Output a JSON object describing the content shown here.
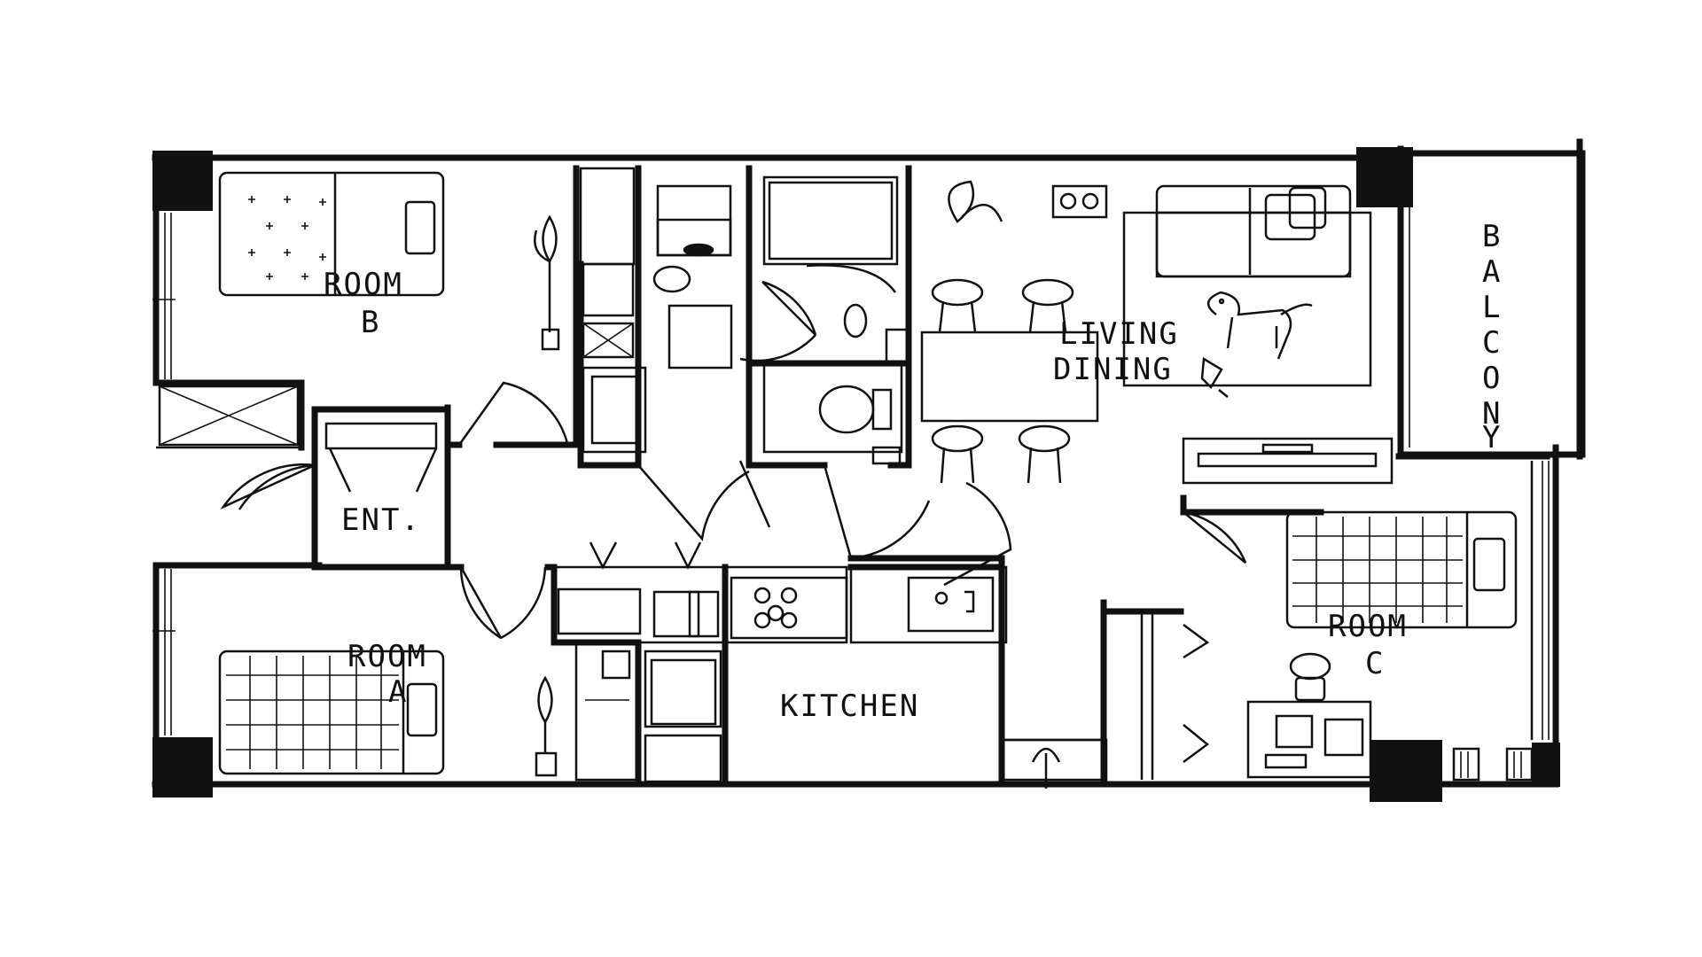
{
  "floorplan": {
    "rooms": {
      "room_b": {
        "line1": "ROOM",
        "line2": "B"
      },
      "room_a": {
        "line1": "ROOM",
        "line2": "A"
      },
      "room_c": {
        "line1": "ROOM",
        "line2": "C"
      },
      "entrance": "ENT.",
      "kitchen": "KITCHEN",
      "living_dining": {
        "line1": "LIVING",
        "line2": "DINING"
      },
      "balcony": [
        "B",
        "A",
        "L",
        "C",
        "O",
        "N",
        "Y"
      ]
    },
    "colors": {
      "ink": "#111111",
      "paper": "#ffffff"
    }
  }
}
